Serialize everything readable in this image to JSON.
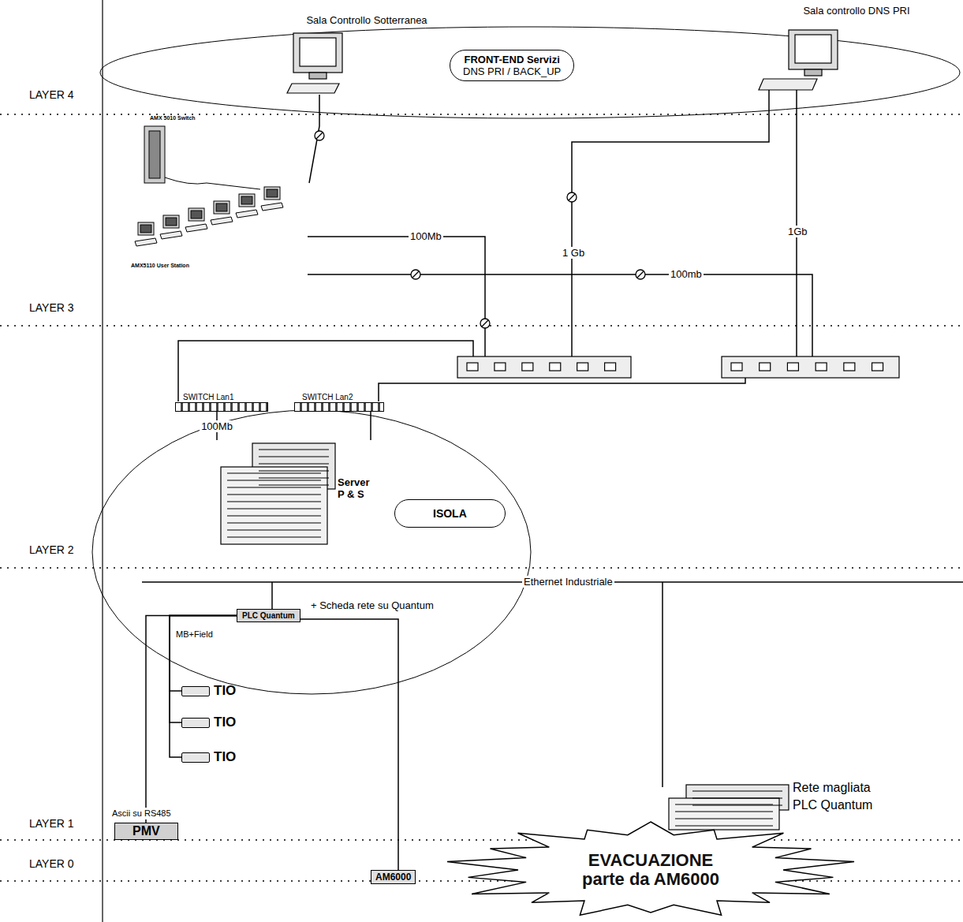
{
  "diagram": {
    "nodes": [
      {
        "text": [
          "Sala Controllo Sotterranea"
        ]
      },
      {
        "text": [
          "FRONT-END Servizi",
          "DNS PRI / BACK_UP"
        ]
      },
      {
        "text": [
          "Sala controllo DNS PRI"
        ]
      },
      {
        "text": [
          "AMX 5010 Switch",
          "AMX5110 User Station"
        ]
      },
      {
        "text": [
          "SWITCH Lan1"
        ]
      },
      {
        "text": [
          "SWITCH Lan2"
        ]
      },
      {
        "text": [
          "Server P & S"
        ]
      },
      {
        "text": [
          "ISOLA"
        ]
      },
      {
        "text": [
          "PLC Quantum"
        ]
      },
      {
        "text": [
          "TIO"
        ]
      },
      {
        "text": [
          "TIO"
        ]
      },
      {
        "text": [
          "TIO"
        ]
      },
      {
        "text": [
          "PMV"
        ]
      },
      {
        "text": [
          "Rete magliata PLC Quantum"
        ]
      },
      {
        "text": [
          "AM6000"
        ]
      },
      {
        "text": [
          "EVACUAZIONE parte da AM6000"
        ]
      }
    ],
    "edges": [
      {
        "from": 4,
        "to": 6,
        "label": "100Mb",
        "arrow": "none"
      },
      {
        "from": 5,
        "to": 6,
        "arrow": "none"
      },
      {
        "from": 8,
        "to": 9,
        "arrow": "none"
      },
      {
        "from": 8,
        "to": 10,
        "arrow": "none"
      },
      {
        "from": 8,
        "to": 11,
        "arrow": "none"
      },
      {
        "from": 8,
        "to": 12,
        "arrow": "none"
      },
      {
        "from": 8,
        "to": 14,
        "arrow": "none"
      }
    ],
    "labels": [
      "LAYER 4",
      "LAYER 3",
      "LAYER 2",
      "LAYER 1",
      "LAYER 0",
      "100Mb",
      "1 Gb",
      "100mb",
      "1Gb",
      "Ethernet Industriale",
      "+ Scheda rete su Quantum",
      "MB+Field",
      "Ascii su RS485"
    ]
  }
}
